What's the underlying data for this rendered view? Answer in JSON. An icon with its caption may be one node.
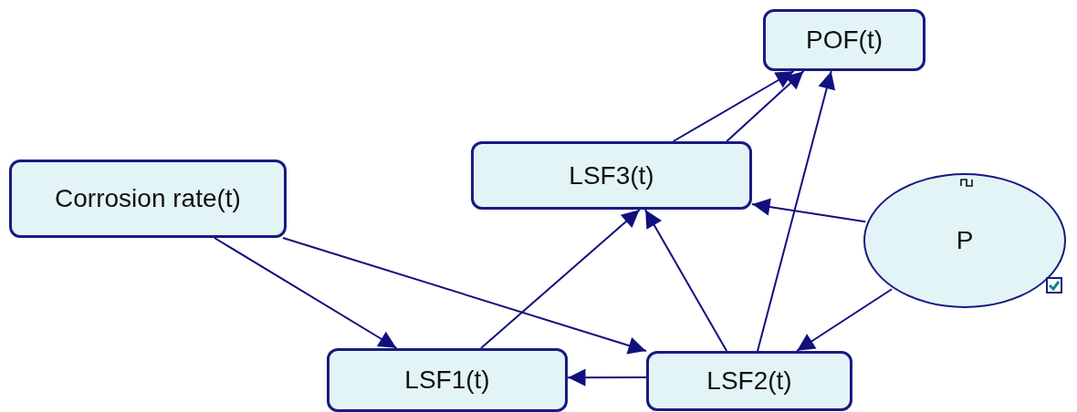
{
  "diagram": {
    "nodes": [
      {
        "text": [
          "POF(t)"
        ]
      },
      {
        "text": [
          "LSF3(t)"
        ]
      },
      {
        "text": [
          "Corrosion rate(t)"
        ]
      },
      {
        "text": [
          "P"
        ]
      },
      {
        "text": [
          "LSF1(t)"
        ]
      },
      {
        "text": [
          "LSF2(t)"
        ]
      }
    ],
    "edges": [
      {
        "from": 2,
        "to": 4,
        "arrow": "to"
      },
      {
        "from": 2,
        "to": 5,
        "arrow": "to"
      },
      {
        "from": 4,
        "to": 1,
        "arrow": "to"
      },
      {
        "from": 5,
        "to": 1,
        "arrow": "to"
      },
      {
        "from": 5,
        "to": 4,
        "arrow": "to"
      },
      {
        "from": 5,
        "to": 0,
        "arrow": "to"
      },
      {
        "from": 1,
        "to": 0,
        "arrow": "to"
      },
      {
        "from": 1,
        "to": 0,
        "arrow": "to"
      },
      {
        "from": 3,
        "to": 1,
        "arrow": "to"
      },
      {
        "from": 3,
        "to": 5,
        "arrow": "to"
      }
    ]
  }
}
